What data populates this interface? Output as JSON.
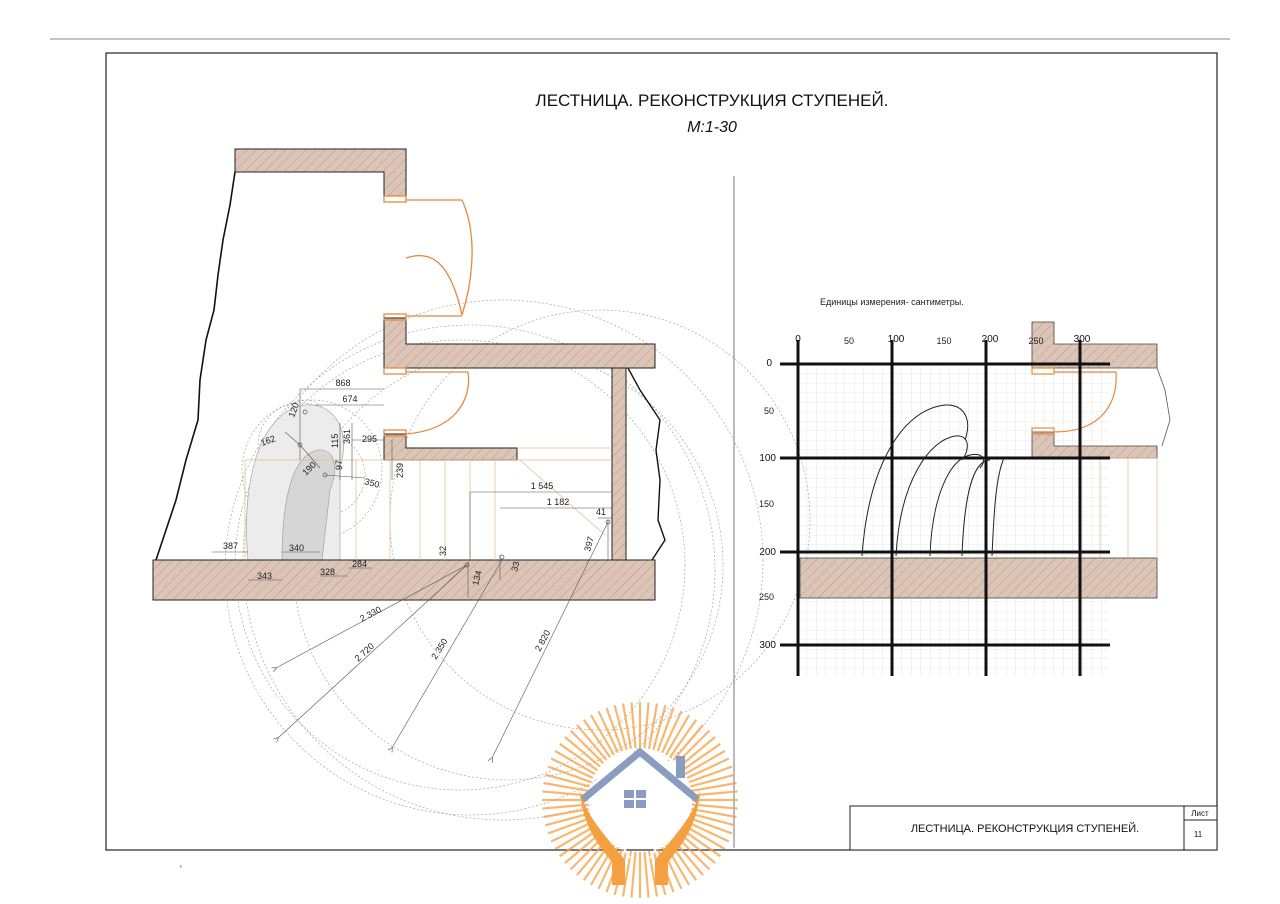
{
  "sheet": {
    "title": "ЛЕСТНИЦА. РЕКОНСТРУКЦИЯ СТУПЕНЕЙ.",
    "scale": "М:1-30",
    "units_note": "Единицы измерения- сантиметры."
  },
  "title_block": {
    "name": "ЛЕСТНИЦА. РЕКОНСТРУКЦИЯ СТУПЕНЕЙ.",
    "sheet_label": "Лист",
    "sheet_number": "11"
  },
  "grid": {
    "top_labels": [
      "0",
      "50",
      "100",
      "150",
      "200",
      "250",
      "300"
    ],
    "left_labels": [
      "0",
      "50",
      "100",
      "150",
      "200",
      "250",
      "300"
    ]
  },
  "dimensions": {
    "d868": "868",
    "d674": "674",
    "d120": "120",
    "d162": "162",
    "d115": "115",
    "d361": "361",
    "d295": "295",
    "d190": "190",
    "d97": "97",
    "d239": "239",
    "d350": "350",
    "d1545": "1 545",
    "d1182": "1 182",
    "d41": "41",
    "d387": "387",
    "d340": "340",
    "d32": "32",
    "d397": "397",
    "d343": "343",
    "d328": "328",
    "d284": "284",
    "d134": "134",
    "d33": "33",
    "d2330": "2 330",
    "d2720": "2 720",
    "d2350": "2 350",
    "d2820": "2 820"
  },
  "colors": {
    "wall_fill": "#d8bfb0",
    "wall_hatch": "#b08f7e",
    "door": "#e8883a",
    "logo_orange": "#f5a040",
    "logo_blue": "#8a9cc0"
  }
}
